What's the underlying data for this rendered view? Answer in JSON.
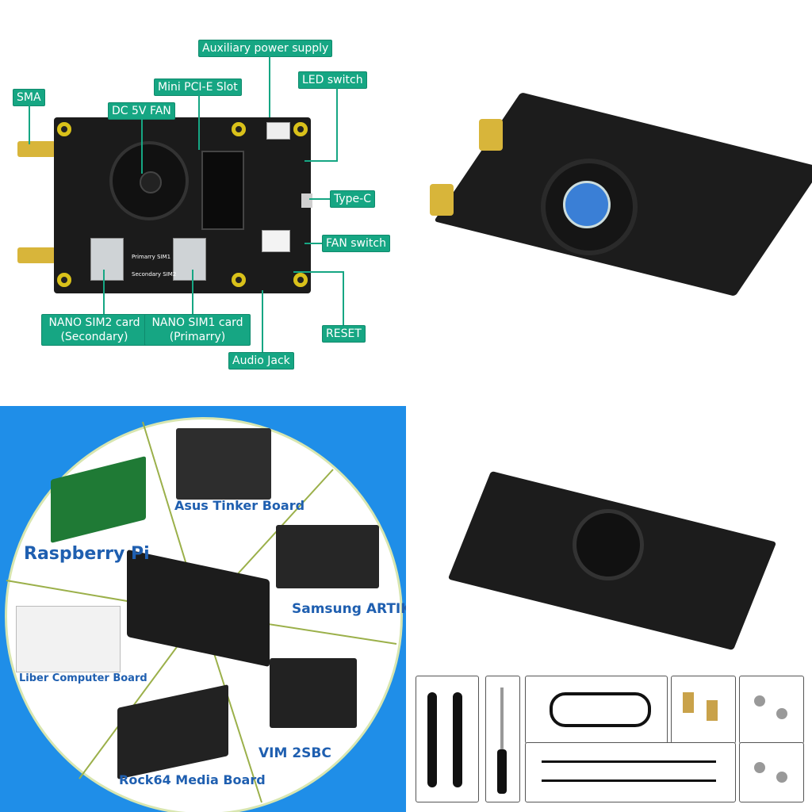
{
  "panel1": {
    "labels": {
      "aux_power": "Auxiliary power supply",
      "mini_pcie": "Mini PCI-E Slot",
      "led_switch": "LED switch",
      "sma": "SMA",
      "fan": "DC 5V FAN",
      "type_c": "Type-C",
      "fan_switch": "FAN switch",
      "sim2_line1": "NANO SIM2 card",
      "sim2_line2": "(Secondary)",
      "sim1_line1": "NANO SIM1 card",
      "sim1_line2": "(Primarry)",
      "reset": "RESET",
      "audio_jack": "Audio Jack"
    },
    "silkscreen": {
      "sim1": "Primarry SIM1",
      "sim2": "Secondary SIM2"
    }
  },
  "panel3": {
    "boards": [
      "Asus Tinker Board",
      "Raspberry Pi",
      "Samsung ARTIK",
      "Liber Computer Board",
      "VIM 2SBC",
      "Rock64 Media Board"
    ]
  },
  "colors": {
    "label_bg": "#16a683",
    "panel_blue": "#1f8ee8",
    "sbc_text": "#1f5fb0",
    "gold": "#d9c11a"
  }
}
